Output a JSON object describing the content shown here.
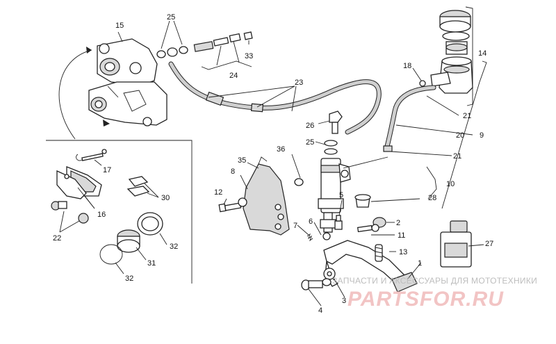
{
  "diagram": {
    "callouts": [
      "1",
      "2",
      "3",
      "4",
      "5",
      "6",
      "7",
      "8",
      "9",
      "10",
      "11",
      "12",
      "13",
      "14",
      "15",
      "16",
      "17",
      "18",
      "20",
      "21",
      "21",
      "22",
      "23",
      "24",
      "25",
      "25",
      "26",
      "27",
      "28",
      "30",
      "31",
      "32",
      "32",
      "33",
      "35",
      "36"
    ]
  },
  "watermark": {
    "caption": "ЗАПЧАСТИ И АКСЕССУАРЫ ДЛЯ МОТОТЕХНИКИ",
    "brand": "PARTSFOR.RU"
  },
  "colors": {
    "ink": "#222222",
    "watermark_caption": "#bdbdbd",
    "watermark_brand": "#f2c4c4"
  }
}
